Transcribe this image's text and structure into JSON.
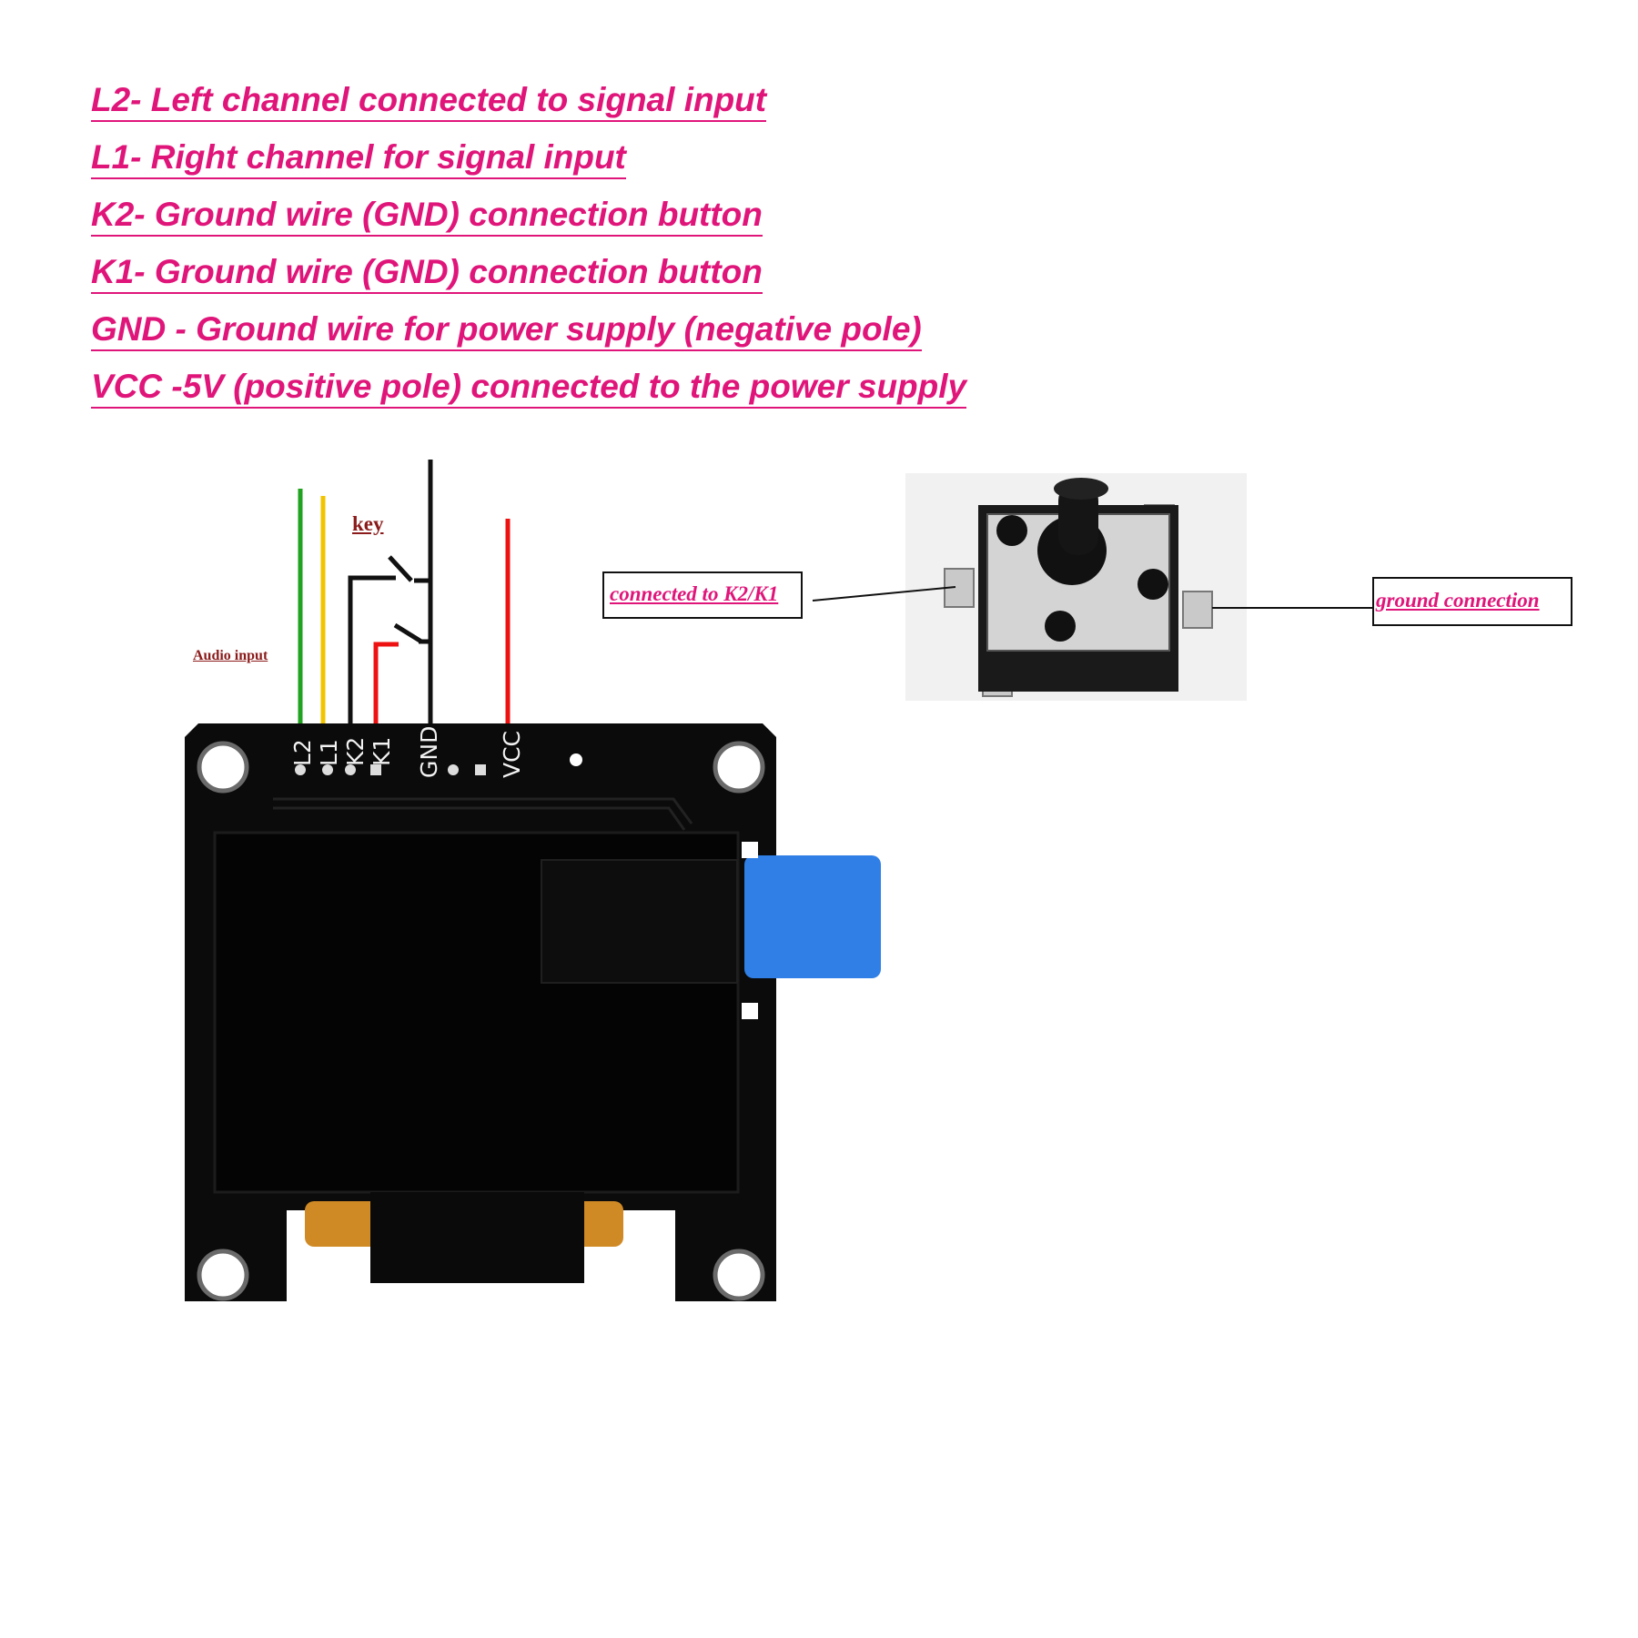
{
  "legend": {
    "items": [
      "L2- Left channel connected to signal input",
      "L1- Right channel for signal input",
      "K2- Ground wire (GND) connection button",
      "K1- Ground wire (GND) connection button",
      "GND - Ground wire for power supply (negative pole)",
      "VCC -5V (positive pole) connected to the power supply"
    ],
    "color": "#e0157a"
  },
  "wiring": {
    "key_label": "key",
    "audio_input_label": "Audio input",
    "wire_colors": {
      "L2": "#21a321",
      "L1": "#f2c400",
      "K2": "#111111",
      "K1": "#ee1111",
      "GND": "#111111",
      "VCC": "#ee1111"
    }
  },
  "board": {
    "pins": [
      "L2",
      "L1",
      "K2",
      "K1",
      "GND",
      "VCC"
    ],
    "tab_color": "#2f7fe6"
  },
  "button_component": {
    "callout_left": "connected to K2/K1",
    "callout_right": "ground connection"
  }
}
